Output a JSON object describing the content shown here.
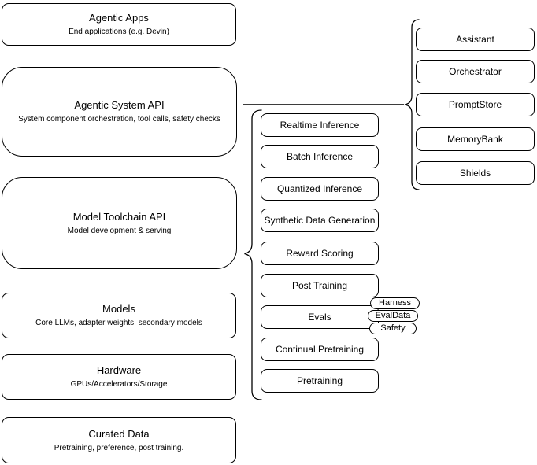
{
  "diagram": {
    "colors": {
      "node_stroke": "#000000",
      "node_fill": "#ffffff",
      "text": "#000000",
      "connector": "#3d3d3d"
    },
    "left_column": [
      {
        "title": "Agentic Apps",
        "subtitle": "End applications (e.g. Devin)"
      },
      {
        "title": "Agentic System API",
        "subtitle": "System component orchestration, tool calls, safety checks"
      },
      {
        "title": "Model Toolchain API",
        "subtitle": "Model development & serving"
      },
      {
        "title": "Models",
        "subtitle": "Core LLMs, adapter weights, secondary models"
      },
      {
        "title": "Hardware",
        "subtitle": "GPUs/Accelerators/Storage"
      },
      {
        "title": "Curated Data",
        "subtitle": "Pretraining, preference, post training."
      }
    ],
    "toolchain_items": [
      "Realtime Inference",
      "Batch Inference",
      "Quantized Inference",
      "Synthetic Data Generation",
      "Reward Scoring",
      "Post Training",
      "Evals",
      "Continual Pretraining",
      "Pretraining"
    ],
    "evals_tags": [
      "Harness",
      "EvalData",
      "Safety"
    ],
    "system_components": [
      "Assistant",
      "Orchestrator",
      "PromptStore",
      "MemoryBank",
      "Shields"
    ]
  }
}
